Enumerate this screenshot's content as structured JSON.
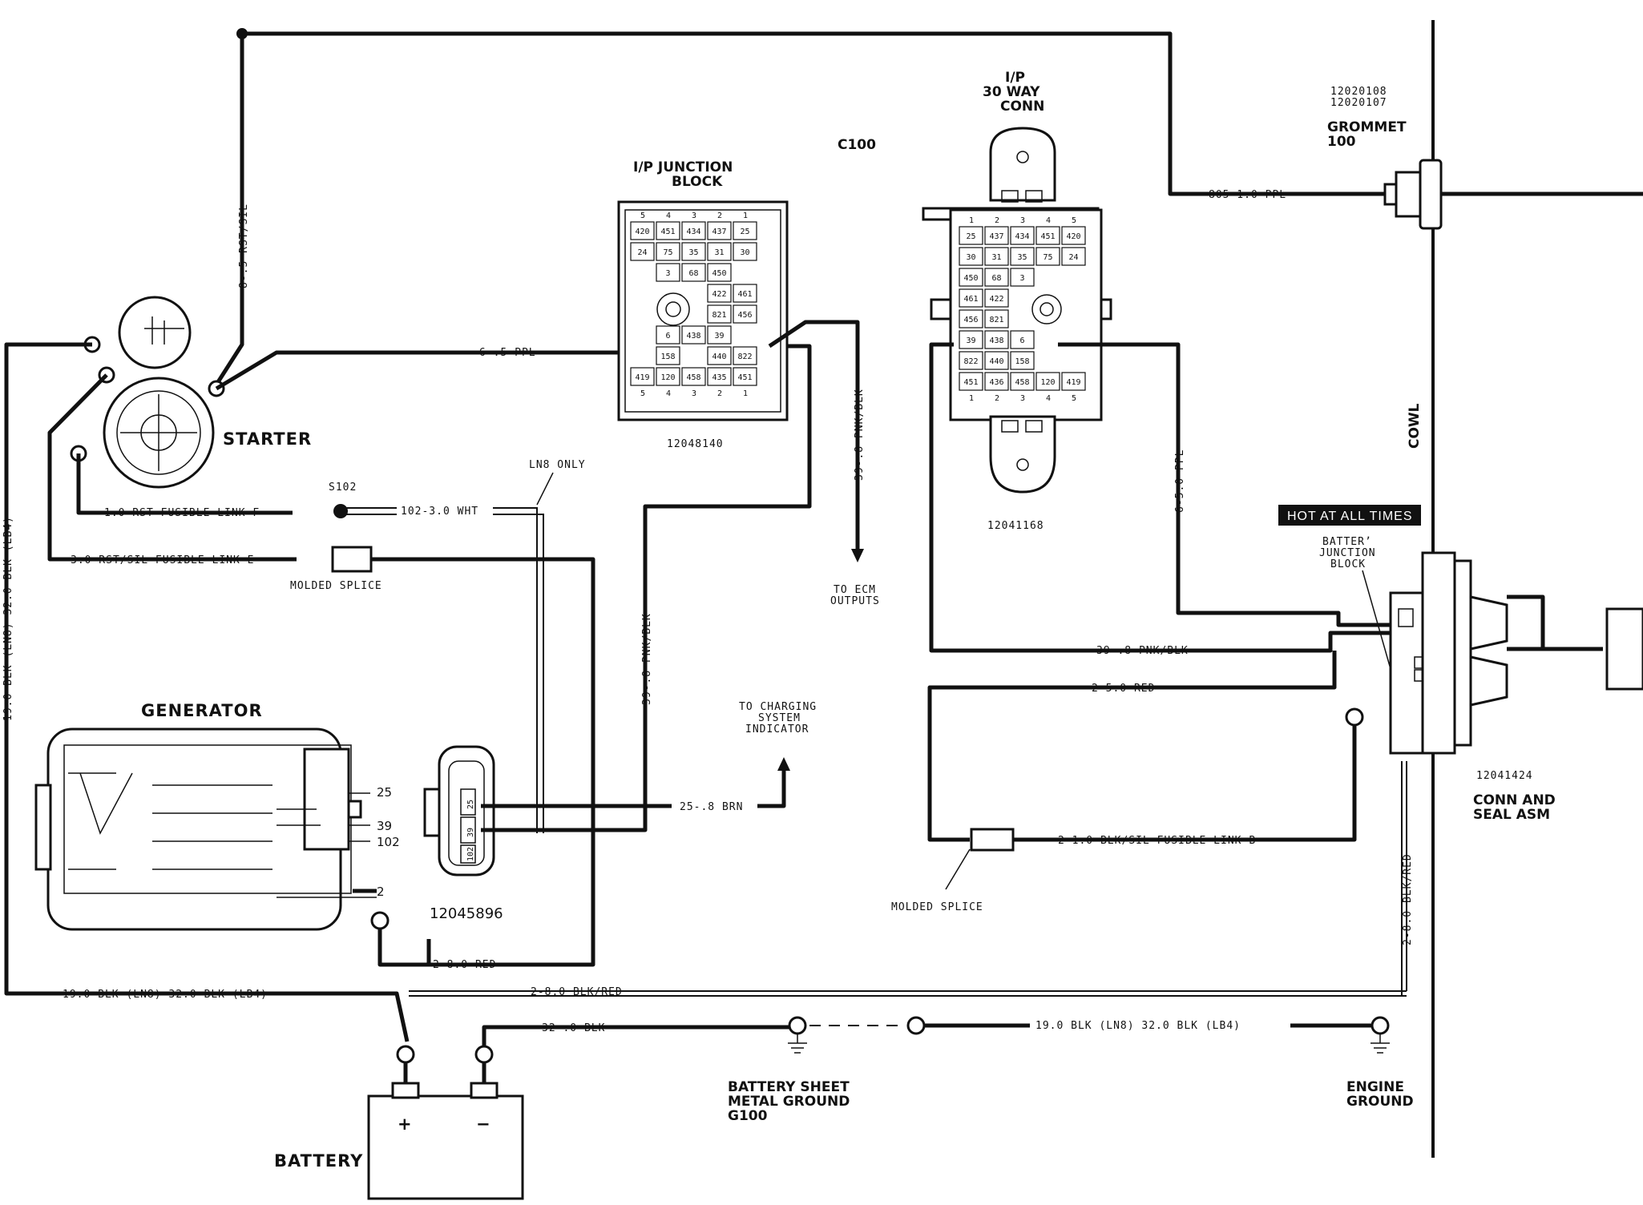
{
  "components": {
    "starter": "STARTER",
    "generator": "GENERATOR",
    "battery": "BATTERY",
    "ip_junction_block": [
      "I/P JUNCTION",
      "BLOCK"
    ],
    "ip_junction_part": "12048140",
    "c100": "C100",
    "ip_conn": [
      "I/P",
      "30 WAY",
      "CONN"
    ],
    "ip_conn_part": "12041168",
    "grommet_parts": [
      "12020108",
      "12020107"
    ],
    "grommet": [
      "GROMMET",
      "100"
    ],
    "cowl": "COWL",
    "hot_at_all_times": "HOT AT ALL TIMES",
    "battery_junction_block": [
      "BATTERʼ",
      "JUNCTION",
      "BLOCK"
    ],
    "conn_seal_part": "12041424",
    "conn_seal": [
      "CONN AND",
      "SEAL ASM"
    ],
    "gen_conn_part": "12045896",
    "battery_ground": [
      "BATTERY SHEET",
      "METAL GROUND",
      "G100"
    ],
    "engine_ground": [
      "ENGINE",
      "GROUND"
    ],
    "to_ecm": [
      "TO ECM",
      "OUTPUTS"
    ],
    "to_charging": [
      "TO CHARGING",
      "SYSTEM",
      "INDICATOR"
    ],
    "s102": "S102",
    "ln8_only": "LN8 ONLY",
    "molded_splice_left": "MOLDED SPLICE",
    "molded_splice_right": "MOLDED SPLICE",
    "battery_plus": "+",
    "battery_minus": "−"
  },
  "wires": {
    "w_8_rst": "8-.5 RST/SIL",
    "w_6_ppl": "6-.5 PPL",
    "w_805": "805-1.0 PPL",
    "w_39_pnk_right": "39-.8 PNK/BLK",
    "w_39_pnk_left": "39-.8 PNK/BLK",
    "w_39_pnk_bottom": "39-.8 PNK/BLK",
    "w_fl_f": "1.0 RST FUSIBLE LINK F",
    "w_102": "102-3.0 WHT",
    "w_fl_e": "3.0 RST/SIL FUSIBLE LINK E",
    "w_6_5": "6-5.0 PPL",
    "w_2_5": "2-5.0 RED",
    "w_25": "25-.8 BRN",
    "w_2_1": "2-1.0 BLK/SIL FUSIBLE LINK B",
    "w_2_8_red": "2-8.0 RED",
    "w_2_8_blkred_h": "2-8.0 BLK/RED",
    "w_2_8_blkred_v": "2-8.0 BLK/RED",
    "w_19_32": "19.0 BLK  (LN8)   32.0 BLK  (LB4)",
    "w_19_left_vert": "19.0 BLK (LN8)   32.0 BLK (LB4)",
    "w_32_blk": "32-.0 BLK",
    "w_19_32_right": "19.0 BLK  (LN8)   32.0 BLK  (LB4)"
  },
  "generator_pins": [
    "25",
    "39",
    "102",
    "2"
  ],
  "gen_conn_cavities": [
    "25",
    "39",
    "102"
  ],
  "ip_junction_grid": {
    "top_numbers": [
      "5",
      "4",
      "3",
      "2",
      "1"
    ],
    "bottom_numbers": [
      "5",
      "4",
      "3",
      "2",
      "1"
    ],
    "row1": [
      "420",
      "451",
      "434",
      "437",
      "25"
    ],
    "row2": [
      "24",
      "75",
      "35",
      "31",
      "30"
    ],
    "row3": [
      "3",
      "68",
      "450"
    ],
    "row4": [
      "422",
      "461"
    ],
    "row5": [
      "821",
      "456"
    ],
    "row6": [
      "6",
      "438",
      "39"
    ],
    "row7": [
      "158",
      "440",
      "822"
    ],
    "row8": [
      "419",
      "120",
      "458",
      "435",
      "451"
    ]
  },
  "ip_conn_grid": {
    "top_numbers": [
      "1",
      "2",
      "3",
      "4",
      "5"
    ],
    "bottom_numbers": [
      "1",
      "2",
      "3",
      "4",
      "5"
    ],
    "row1": [
      "25",
      "437",
      "434",
      "451",
      "420"
    ],
    "row2": [
      "30",
      "31",
      "35",
      "75",
      "24"
    ],
    "row3": [
      "450",
      "68",
      "3"
    ],
    "row4": [
      "461",
      "422"
    ],
    "row5": [
      "456",
      "821"
    ],
    "row6": [
      "39",
      "438",
      "6"
    ],
    "row7": [
      "822",
      "440",
      "158"
    ],
    "row8": [
      "451",
      "436",
      "458",
      "120",
      "419"
    ]
  }
}
